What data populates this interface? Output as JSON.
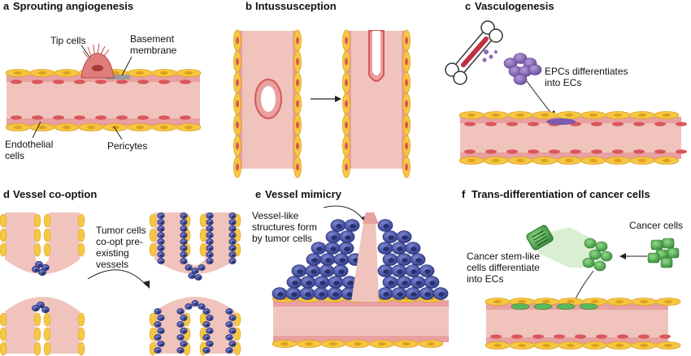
{
  "panels": {
    "a": {
      "letter": "a",
      "title": "Sprouting angiogenesis",
      "labels": {
        "tip_cells": "Tip cells",
        "basement_1": "Basement",
        "basement_2": "membrane",
        "endothelial_1": "Endothelial",
        "endothelial_2": "cells",
        "pericytes": "Pericytes"
      }
    },
    "b": {
      "letter": "b",
      "title": "Intussusception"
    },
    "c": {
      "letter": "c",
      "title": "Vasculogenesis",
      "labels": {
        "epc_1": "EPCs differentiates",
        "epc_2": "into ECs"
      }
    },
    "d": {
      "letter": "d",
      "title": "Vessel co-option",
      "labels": {
        "tumor_1": "Tumor cells",
        "tumor_2": "co-opt pre-",
        "tumor_3": "existing",
        "tumor_4": "vessels"
      }
    },
    "e": {
      "letter": "e",
      "title": "Vessel mimicry",
      "labels": {
        "vm_1": "Vessel-like",
        "vm_2": "structures form",
        "vm_3": "by tumor cells"
      }
    },
    "f": {
      "letter": "f",
      "title": "Trans-differentiation of cancer cells",
      "labels": {
        "cancer": "Cancer cells",
        "stem_1": "Cancer stem-like",
        "stem_2": "cells differentiate",
        "stem_3": "into ECs"
      }
    }
  },
  "colors": {
    "lumen": "#f0c4bc",
    "pericyte": "#f5c842",
    "pericyte_dark": "#e0a020",
    "endothelial": "#d9575a",
    "wall": "#e8a0a0",
    "tumor": "#4a55a8",
    "epc": "#8a6bb5",
    "cancer": "#5cb85c",
    "bone": "#ffffff",
    "marrow": "#c03040"
  }
}
